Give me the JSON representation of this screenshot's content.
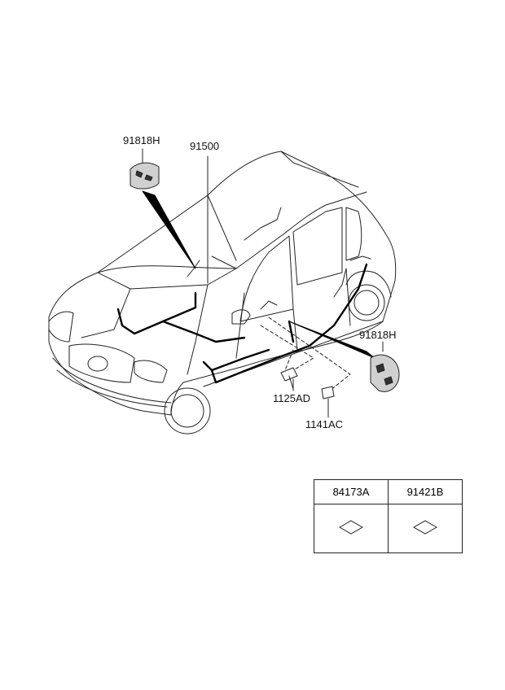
{
  "callouts": {
    "shield_left": "91818H",
    "harness": "91500",
    "shield_right": "91818H",
    "bolt": "1125AD",
    "screw": "1141AC"
  },
  "parts_table": {
    "columns": [
      "84173A",
      "91421B"
    ]
  }
}
